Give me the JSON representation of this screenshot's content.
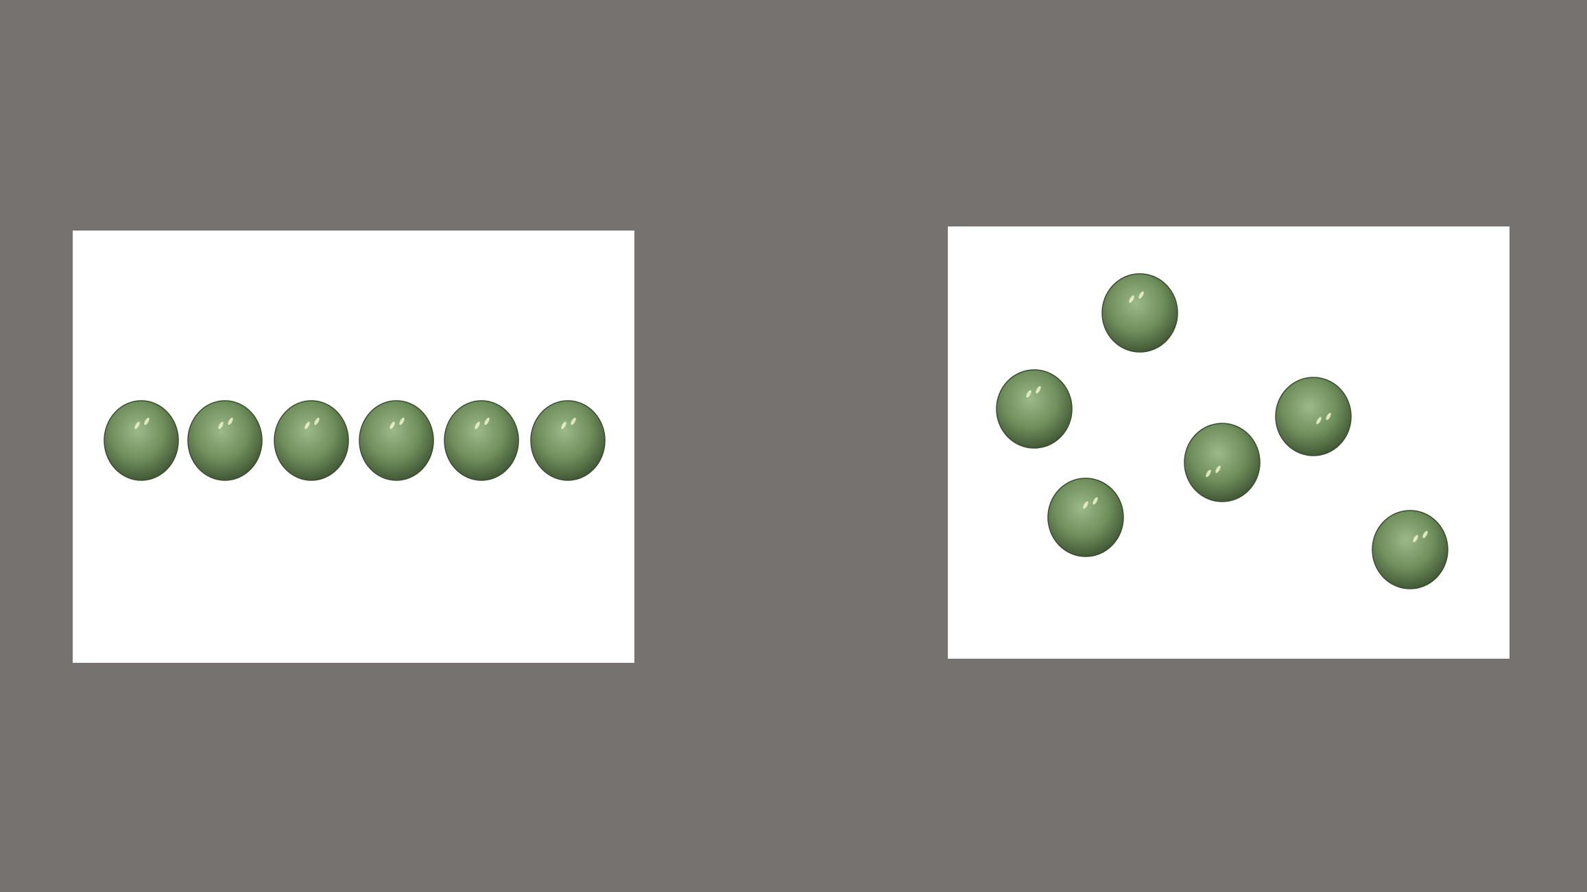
{
  "scene": {
    "background_color": "#767270",
    "panel_color": "#ffffff",
    "sphere_color": "#6f8f5c",
    "panels": [
      {
        "id": "left",
        "arrangement": "row",
        "count": 6
      },
      {
        "id": "right",
        "arrangement": "scattered",
        "count": 6
      }
    ]
  }
}
